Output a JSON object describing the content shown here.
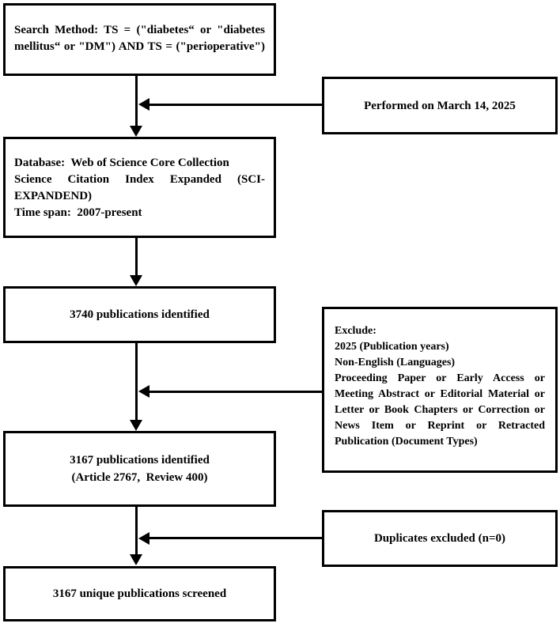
{
  "colors": {
    "line": "#000000",
    "text": "#000000",
    "box_fill": "#ffffff",
    "background": "#ffffff"
  },
  "boxes": {
    "search_method": {
      "line1": "Search Method: TS = (\"diabetes“ or \"diabetes",
      "line2": "mellitus“ or \"DM\") AND TS = (\"perioperative\")"
    },
    "performed_date": {
      "text": "Performed on March 14, 2025"
    },
    "database": {
      "line1": "Database:  Web of Science Core Collection",
      "line2": "Science Citation Index Expanded (SCI-",
      "line3": "EXPANDEND)",
      "line4": "Time span:  2007-present"
    },
    "identified_3740": {
      "text": "3740 publications identified"
    },
    "exclude_criteria": {
      "line1": "Exclude:",
      "line2": "2025 (Publication years)",
      "line3": "Non-English (Languages)",
      "line4": "Proceeding Paper or Early Access or",
      "line5": "Meeting Abstract or Editorial Material or",
      "line6": "Letter or Book Chapters or Correction or",
      "line7": "News Item or Reprint or Retracted",
      "line8": "Publication (Document Types)"
    },
    "identified_3167": {
      "line1": "3167 publications identified",
      "line2": "(Article 2767,  Review 400)"
    },
    "duplicates_excluded": {
      "text": "Duplicates excluded (n=0)"
    },
    "screened_unique": {
      "text": "3167 unique publications screened"
    }
  }
}
